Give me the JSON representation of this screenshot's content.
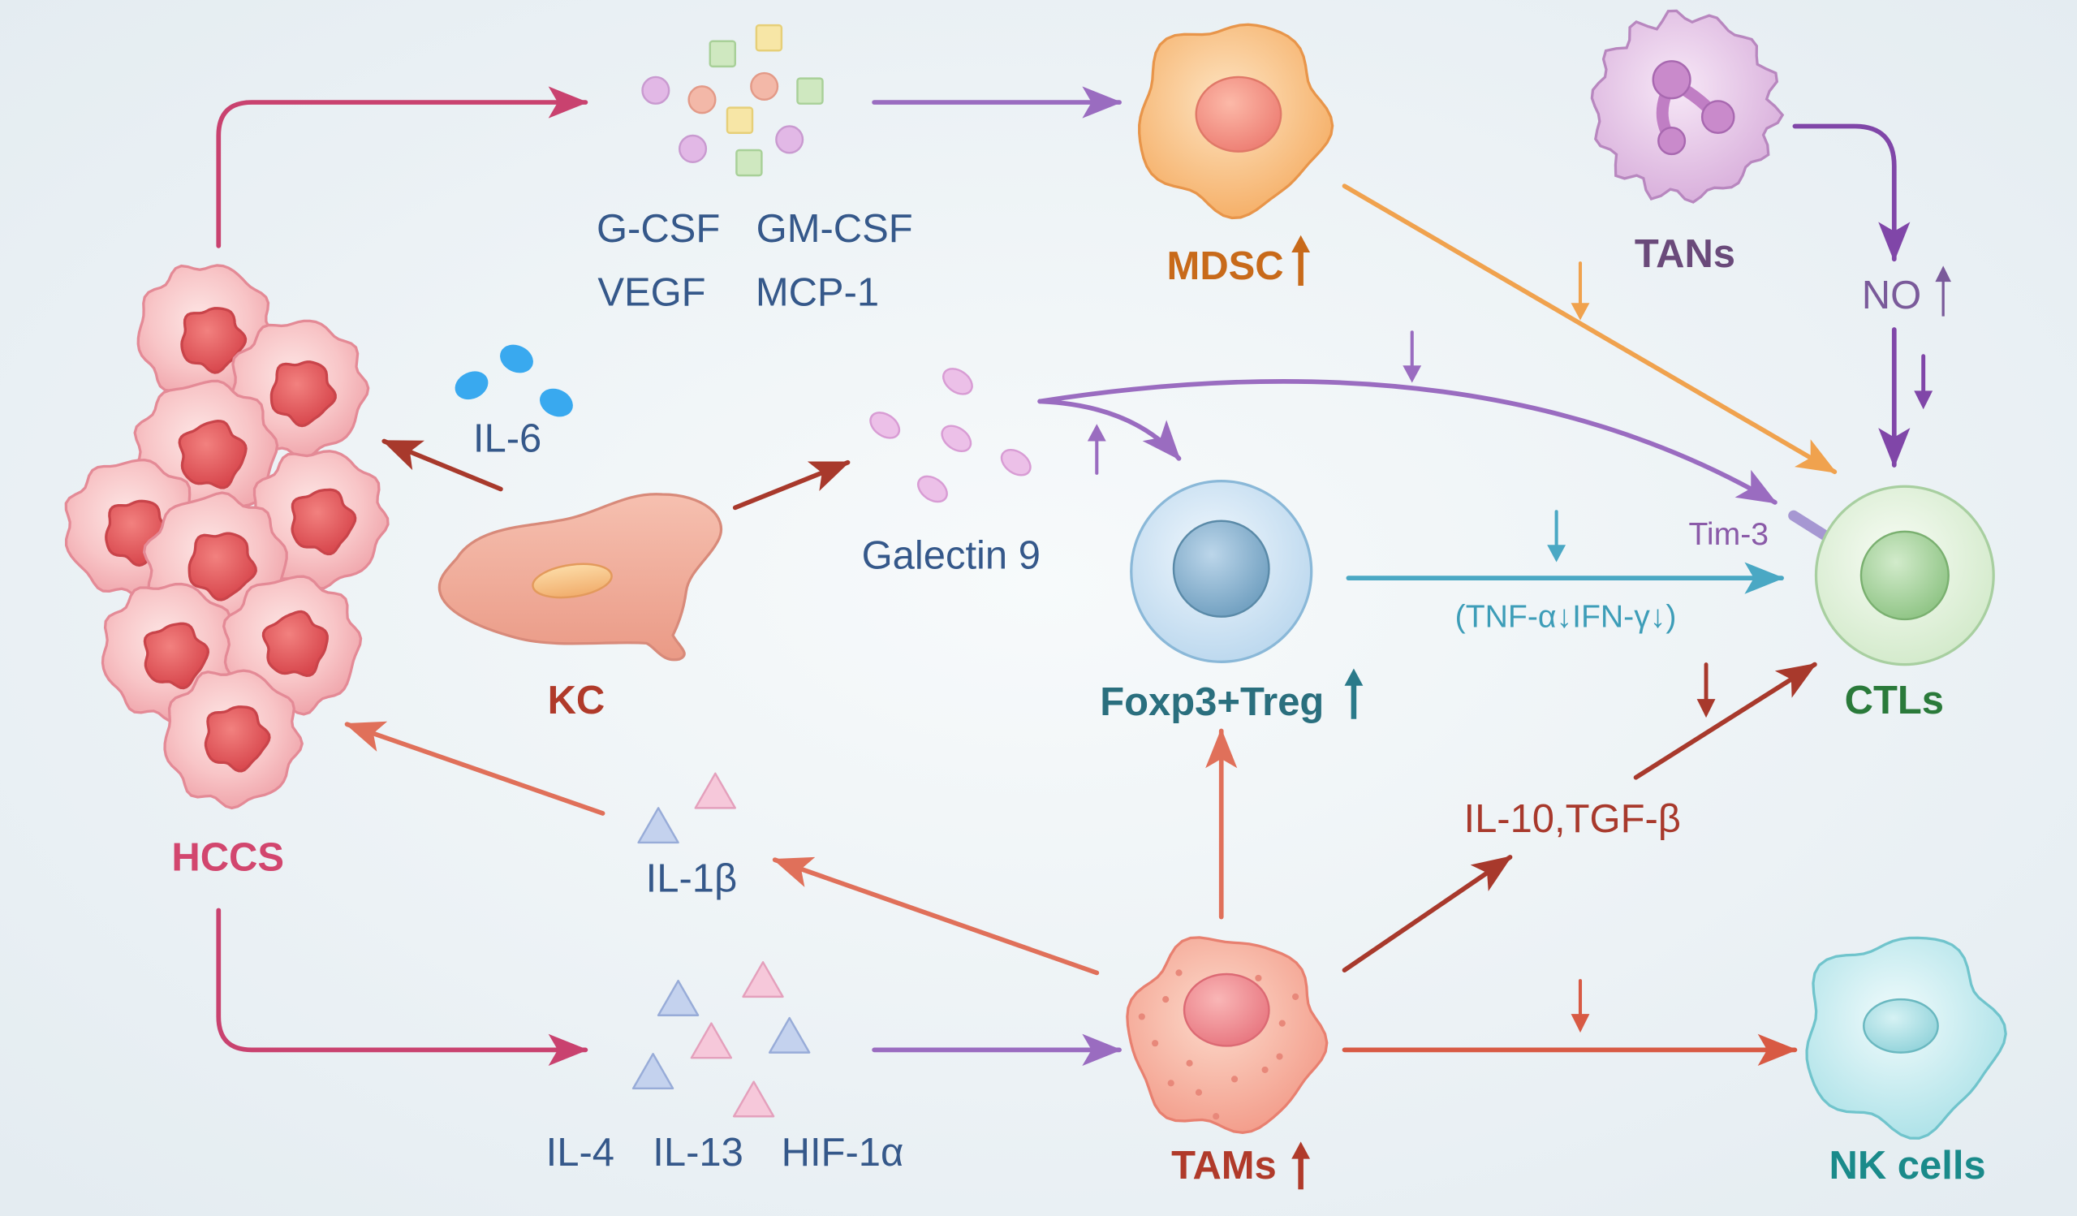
{
  "cells": {
    "hccs": "HCCS",
    "kc": "KC",
    "mdsc": "MDSC",
    "tans": "TANs",
    "treg": "Foxp3+Treg",
    "ctls": "CTLs",
    "tams": "TAMs",
    "nk": "NK cells"
  },
  "factors": {
    "gcsf": "G-CSF",
    "gmcsf": "GM-CSF",
    "vegf": "VEGF",
    "mcp1": "MCP-1",
    "il6": "IL-6",
    "galectin9": "Galectin 9",
    "no": "NO",
    "tim3": "Tim-3",
    "tnf_ifn": "(TNF-α↓IFN-γ↓)",
    "il10_tgfb": "IL-10,TGF-β",
    "il1b": "IL-1β",
    "il4": "IL-4",
    "il13": "IL-13",
    "hif1a": "HIF-1α"
  },
  "icons": {
    "increase": "up-arrow-icon",
    "decrease": "down-arrow-icon"
  },
  "colors": {
    "hccs_label": "#d2466e",
    "kc_label": "#b03a2a",
    "mdsc_label": "#c86a1a",
    "tans_label": "#6a4a7a",
    "treg_label": "#2a6f7e",
    "ctls_label": "#2a7a3a",
    "tams_label": "#b03a2a",
    "nk_label": "#1a8a8a",
    "factor_text": "#35588a"
  }
}
